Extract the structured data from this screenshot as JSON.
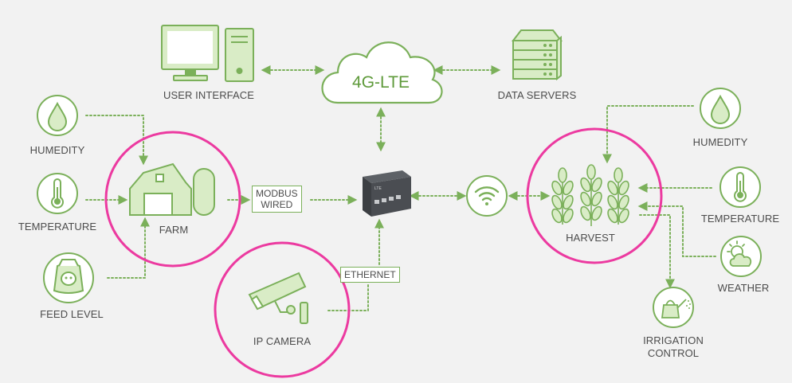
{
  "colors": {
    "green": "#7bb05a",
    "green_light": "#d9ecc6",
    "green_dark": "#5e9a3a",
    "highlight_ring": "#ec3aa0",
    "background": "#f2f2f2"
  },
  "cloud": {
    "label": "4G-LTE",
    "icon": "cloud-icon"
  },
  "nodes": {
    "user_interface": {
      "label": "USER INTERFACE",
      "icon": "computer-icon"
    },
    "data_servers": {
      "label": "DATA SERVERS",
      "icon": "server-rack-icon"
    },
    "humidity_left": {
      "label": "HUMEDITY",
      "icon": "water-drop-icon"
    },
    "temperature_left": {
      "label": "TEMPERATURE",
      "icon": "thermometer-icon"
    },
    "feed_level": {
      "label": "FEED LEVEL",
      "icon": "feed-sack-icon"
    },
    "farm": {
      "label": "FARM",
      "icon": "barn-icon"
    },
    "router": {
      "icon": "lte-router-icon"
    },
    "wifi": {
      "icon": "wifi-icon"
    },
    "ip_camera": {
      "label": "IP CAMERA",
      "icon": "security-camera-icon"
    },
    "harvest": {
      "label": "HARVEST",
      "icon": "wheat-icon"
    },
    "humidity_right": {
      "label": "HUMEDITY",
      "icon": "water-drop-icon"
    },
    "temperature_right": {
      "label": "TEMPERATURE",
      "icon": "thermometer-icon"
    },
    "weather": {
      "label": "WEATHER",
      "icon": "sun-cloud-icon"
    },
    "irrigation": {
      "label_line1": "IRRIGATION",
      "label_line2": "CONTROL",
      "icon": "watering-can-icon"
    }
  },
  "connections": {
    "modbus_line1": "MODBUS",
    "modbus_line2": "WIRED",
    "ethernet": "ETHERNET"
  }
}
